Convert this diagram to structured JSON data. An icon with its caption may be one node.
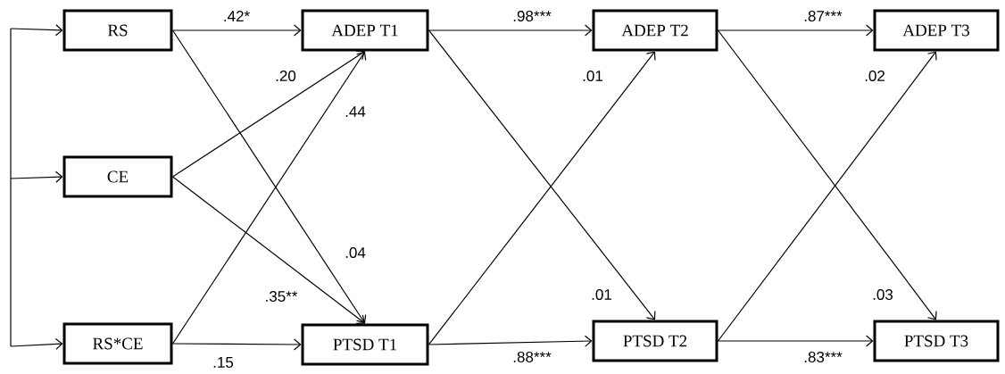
{
  "diagram": {
    "nodes": [
      {
        "text": [
          "RS"
        ]
      },
      {
        "text": [
          "CE"
        ]
      },
      {
        "text": [
          "RS*CE"
        ]
      },
      {
        "text": [
          "ADEP T1"
        ]
      },
      {
        "text": [
          "PTSD T1"
        ]
      },
      {
        "text": [
          "ADEP T2"
        ]
      },
      {
        "text": [
          "PTSD T2"
        ]
      },
      {
        "text": [
          "ADEP T3"
        ]
      },
      {
        "text": [
          "PTSD T3"
        ]
      }
    ],
    "edges": [
      {
        "from": null,
        "to": 0,
        "arrow": "to"
      },
      {
        "from": null,
        "to": 1,
        "arrow": "to"
      },
      {
        "from": null,
        "to": 2,
        "arrow": "to"
      },
      {
        "from": 0,
        "to": 3,
        "arrow": "to",
        "label": ".42*"
      },
      {
        "from": 0,
        "to": 4,
        "arrow": "to",
        "label": ".04"
      },
      {
        "from": 1,
        "to": 3,
        "arrow": "to",
        "label": ".20"
      },
      {
        "from": 1,
        "to": 4,
        "arrow": "to",
        "label": ".35**"
      },
      {
        "from": 2,
        "to": 3,
        "arrow": "to",
        "label": ".44"
      },
      {
        "from": 2,
        "to": 4,
        "arrow": "to",
        "label": ".15"
      },
      {
        "from": 3,
        "to": 5,
        "arrow": "to",
        "label": ".98***"
      },
      {
        "from": 3,
        "to": 6,
        "arrow": "to",
        "label": ".01"
      },
      {
        "from": 4,
        "to": 5,
        "arrow": "to",
        "label": ".01"
      },
      {
        "from": 4,
        "to": 6,
        "arrow": "to",
        "label": ".88***"
      },
      {
        "from": 5,
        "to": 7,
        "arrow": "to",
        "label": ".87***"
      },
      {
        "from": 5,
        "to": 8,
        "arrow": "to",
        "label": ".03"
      },
      {
        "from": 6,
        "to": 7,
        "arrow": "to",
        "label": ".02"
      },
      {
        "from": 6,
        "to": 8,
        "arrow": "to",
        "label": ".83***"
      }
    ]
  }
}
